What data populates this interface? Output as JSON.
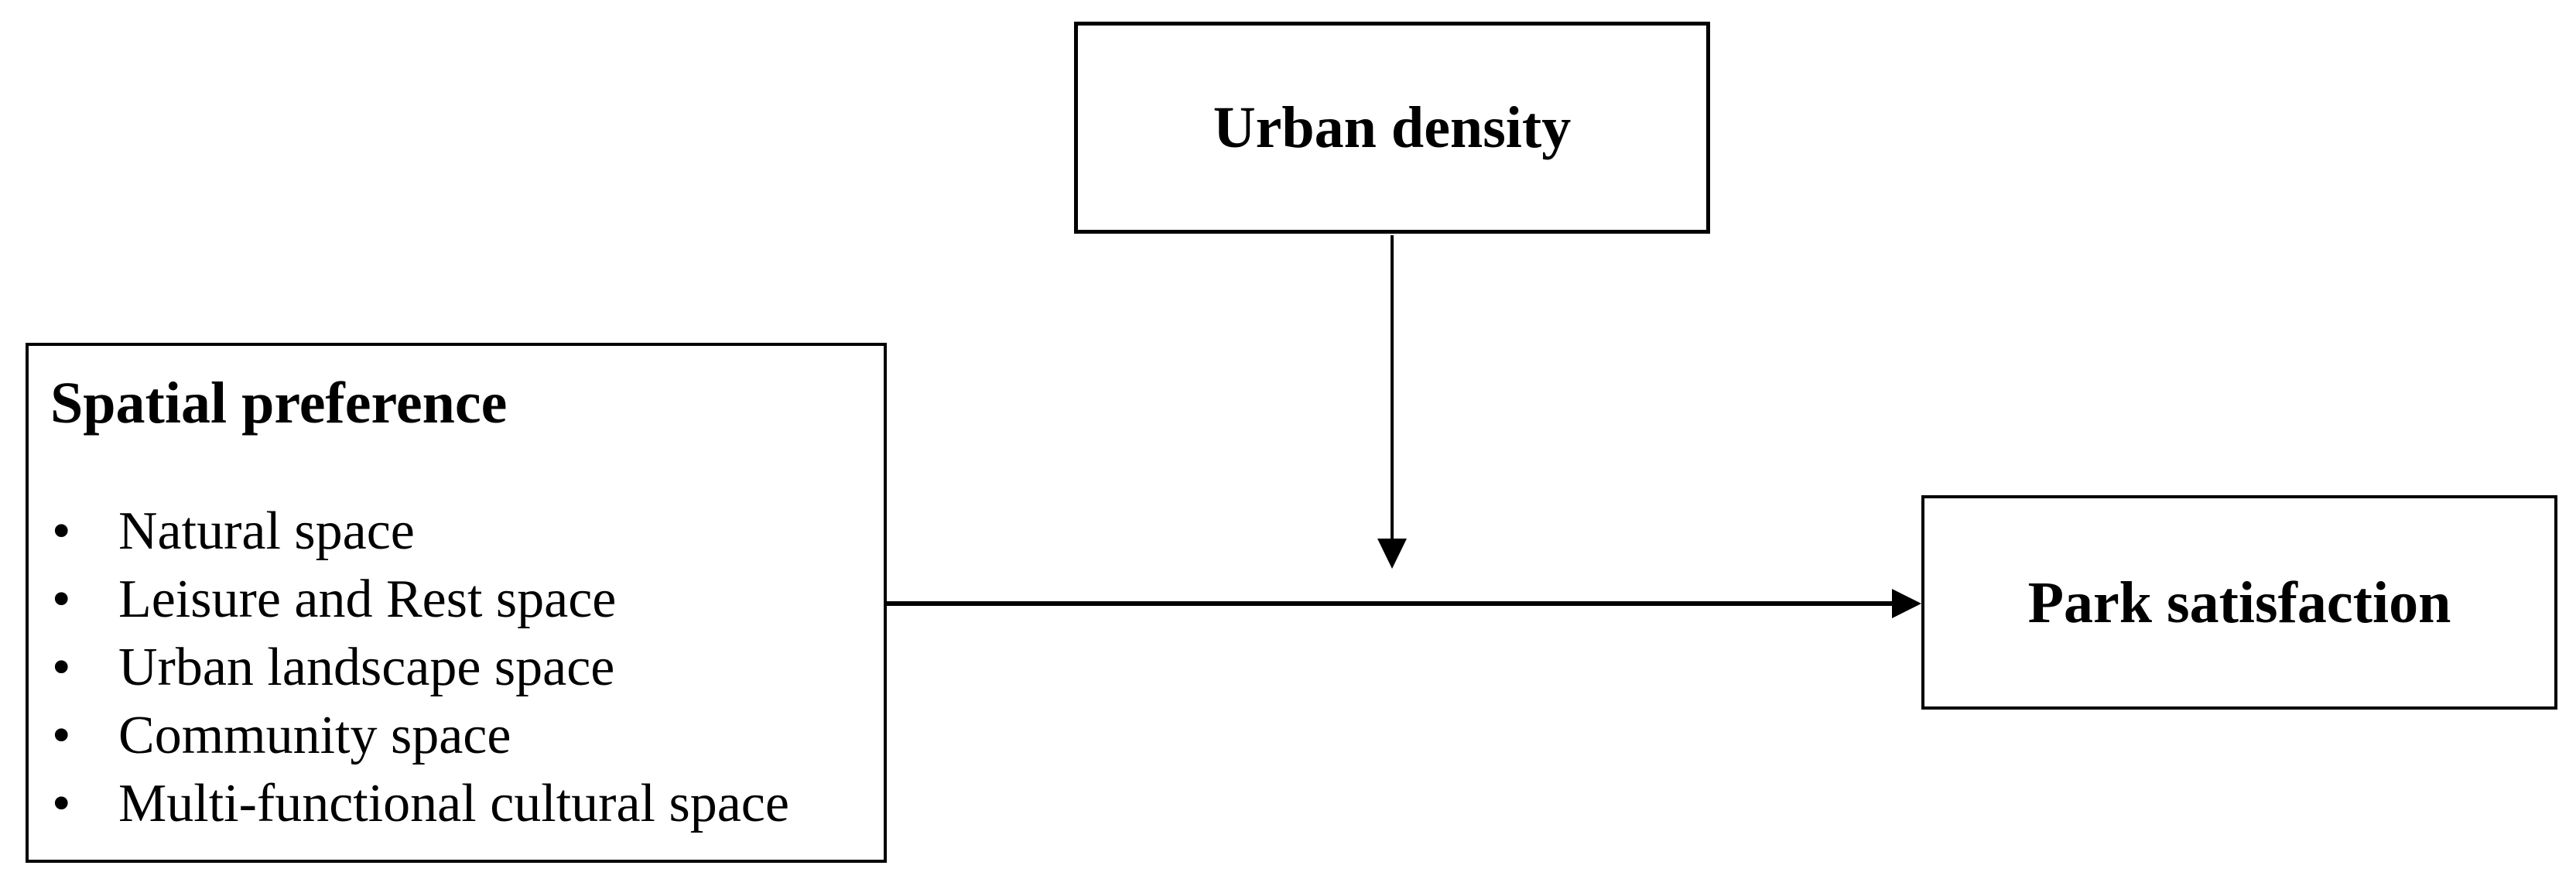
{
  "boxes": {
    "spatial_preference": {
      "title": "Spatial preference",
      "items": [
        "Natural space",
        "Leisure and Rest space",
        "Urban landscape space",
        "Community space",
        "Multi-functional cultural space"
      ]
    },
    "urban_density": {
      "title": "Urban density"
    },
    "park_satisfaction": {
      "title": "Park satisfaction"
    }
  },
  "bullet_glyph": "•",
  "colors": {
    "line": "#000000",
    "background": "#ffffff",
    "text": "#000000"
  }
}
